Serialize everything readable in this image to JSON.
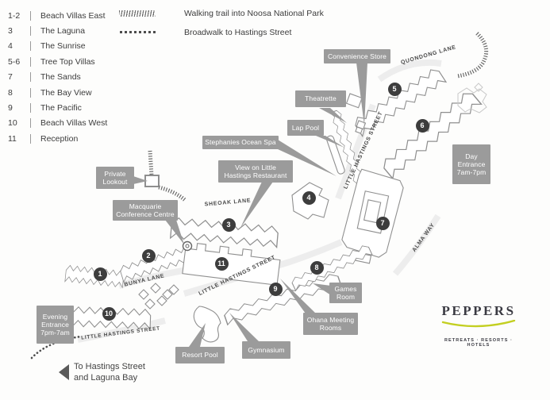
{
  "colors": {
    "callout_bg": "#9b9b9b",
    "marker_bg": "#3d3d3d",
    "building_outline": "#8f8f8f",
    "swoosh": "#c3cf21"
  },
  "legend": {
    "items": [
      {
        "num": "1-2",
        "label": "Beach Villas East"
      },
      {
        "num": "3",
        "label": "The Laguna"
      },
      {
        "num": "4",
        "label": "The Sunrise"
      },
      {
        "num": "5-6",
        "label": "Tree Top Villas"
      },
      {
        "num": "7",
        "label": "The Sands"
      },
      {
        "num": "8",
        "label": "The Bay View"
      },
      {
        "num": "9",
        "label": "The Pacific"
      },
      {
        "num": "10",
        "label": "Beach Villas West"
      },
      {
        "num": "11",
        "label": "Reception"
      }
    ],
    "trails": [
      {
        "type": "hatched",
        "label": "Walking trail into Noosa National Park"
      },
      {
        "type": "dotted",
        "label": "Broadwalk to Hastings Street"
      }
    ]
  },
  "callouts": {
    "convenience_store": "Convenience Store",
    "theatrette": "Theatrette",
    "lap_pool": "Lap Pool",
    "stephanies_ocean_spa": "Stephanies Ocean Spa",
    "view_restaurant": [
      "View on Little",
      "Hastings Restaurant"
    ],
    "private_lookout": [
      "Private",
      "Lookout"
    ],
    "macquarie": [
      "Macquarie",
      "Conference Centre"
    ],
    "day_entrance": [
      "Day",
      "Entrance",
      "7am-7pm"
    ],
    "evening_entrance": [
      "Evening",
      "Entrance",
      "7pm-7am"
    ],
    "games_room": [
      "Games",
      "Room"
    ],
    "ohana": [
      "Ohana Meeting",
      "Rooms"
    ],
    "gymnasium": "Gymnasium",
    "resort_pool": "Resort Pool"
  },
  "streets": {
    "quondong": "QUONDONG LANE",
    "little_hastings_upper": "LITTLE HASTINGS STREET",
    "sheoak": "SHEOAK LANE",
    "alma": "ALMA WAY",
    "bunya": "BUNYA LANE",
    "little_hastings_center": "LITTLE HASTINGS STREET",
    "little_hastings_lower": "LITTLE HASTINGS STREET"
  },
  "markers": [
    "1",
    "2",
    "3",
    "4",
    "5",
    "6",
    "7",
    "8",
    "9",
    "10",
    "11"
  ],
  "footer": {
    "to_hastings_line1": "To Hastings Street",
    "to_hastings_line2": "and Laguna Bay"
  },
  "logo": {
    "name": "PEPPERS",
    "tagline": "RETREATS · RESORTS · HOTELS"
  }
}
